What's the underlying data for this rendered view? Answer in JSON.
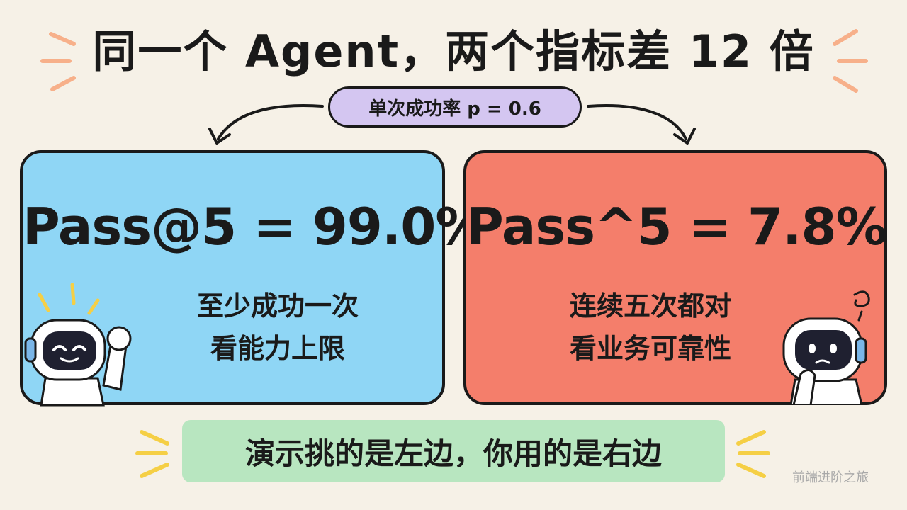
{
  "title": "同一个 Agent，两个指标差 12 倍",
  "tag": "单次成功率 p = 0.6",
  "left_card": {
    "metric": "Pass@5 = 99.0%",
    "line1": "至少成功一次",
    "line2": "看能力上限",
    "color": "#8fd6f5"
  },
  "right_card": {
    "metric": "Pass^5 = 7.8%",
    "line1": "连续五次都对",
    "line2": "看业务可靠性",
    "color": "#f47e6b"
  },
  "bottom_note": "演示挑的是左边，你用的是右边",
  "watermark": "前端进阶之旅",
  "icons": {
    "left_robot": "happy-robot-icon",
    "right_robot": "confused-robot-icon"
  }
}
